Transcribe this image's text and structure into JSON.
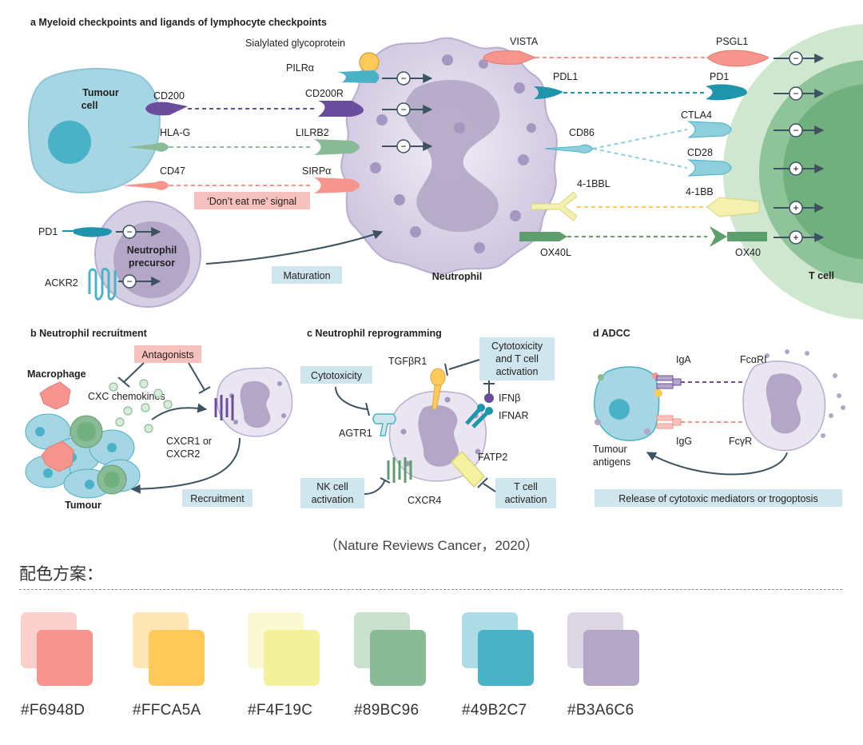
{
  "panel_a": {
    "title": "a  Myeloid checkpoints and ligands of lymphocyte checkpoints",
    "tumour_cell": "Tumour cell",
    "neutrophil": "Neutrophil",
    "t_cell": "T cell",
    "precursor": "Neutrophil precursor",
    "maturation": "Maturation",
    "dont_eat_me": "‘Don’t eat me’ signal",
    "sialylated": "Sialylated glycoprotein",
    "pilra": "PILRα",
    "cd200": "CD200",
    "cd200r": "CD200R",
    "hlag": "HLA-G",
    "lilrb2": "LILRB2",
    "cd47": "CD47",
    "sirpa": "SIRPα",
    "pd1_precursor": "PD1",
    "ackr2": "ACKR2",
    "vista": "VISTA",
    "pdl1": "PDL1",
    "cd86": "CD86",
    "ligand_41bbl": "4-1BBL",
    "ox40l": "OX40L",
    "psgl1": "PSGL1",
    "pd1_t": "PD1",
    "ctla4": "CTLA4",
    "cd28": "CD28",
    "receptor_41bb": "4-1BB",
    "ox40": "OX40",
    "minus": "−",
    "plus": "+"
  },
  "panel_b": {
    "title": "b  Neutrophil recruitment",
    "macrophage": "Macrophage",
    "antagonists": "Antagonists",
    "cxc": "CXC chemokines",
    "cxcr_line1": "CXCR1 or",
    "cxcr_line2": "CXCR2",
    "tumour": "Tumour",
    "recruitment": "Recruitment"
  },
  "panel_c": {
    "title": "c  Neutrophil reprogramming",
    "cytotoxicity": "Cytotoxicity",
    "tgfbr1": "TGFβR1",
    "cyto_t_line1": "Cytotoxicity",
    "cyto_t_line2": "and T cell",
    "cyto_t_line3": "activation",
    "ifnb": "IFNβ",
    "ifnar": "IFNAR",
    "agtr1": "AGTR1",
    "fatp2": "FATP2",
    "nk_line1": "NK cell",
    "nk_line2": "activation",
    "cxcr4": "CXCR4",
    "tcell_line1": "T cell",
    "tcell_line2": "activation"
  },
  "panel_d": {
    "title": "d  ADCC",
    "iga": "IgA",
    "fcari": "FcαRI",
    "igg": "IgG",
    "fcgr": "FcγR",
    "tumour_antigens_line1": "Tumour",
    "tumour_antigens_line2": "antigens",
    "release": "Release of cytotoxic mediators or trogoptosis"
  },
  "caption": "（Nature Reviews Cancer，2020）",
  "palette": {
    "title": "配色方案：",
    "swatches": [
      {
        "hex": "#F6948D",
        "color": "#F6948D"
      },
      {
        "hex": "#FFCA5A",
        "color": "#FFCA5A"
      },
      {
        "hex": "#F4F19C",
        "color": "#F4F19C"
      },
      {
        "hex": "#89BC96",
        "color": "#89BC96"
      },
      {
        "hex": "#49B2C7",
        "color": "#49B2C7"
      },
      {
        "hex": "#B3A6C6",
        "color": "#B3A6C6"
      }
    ]
  }
}
